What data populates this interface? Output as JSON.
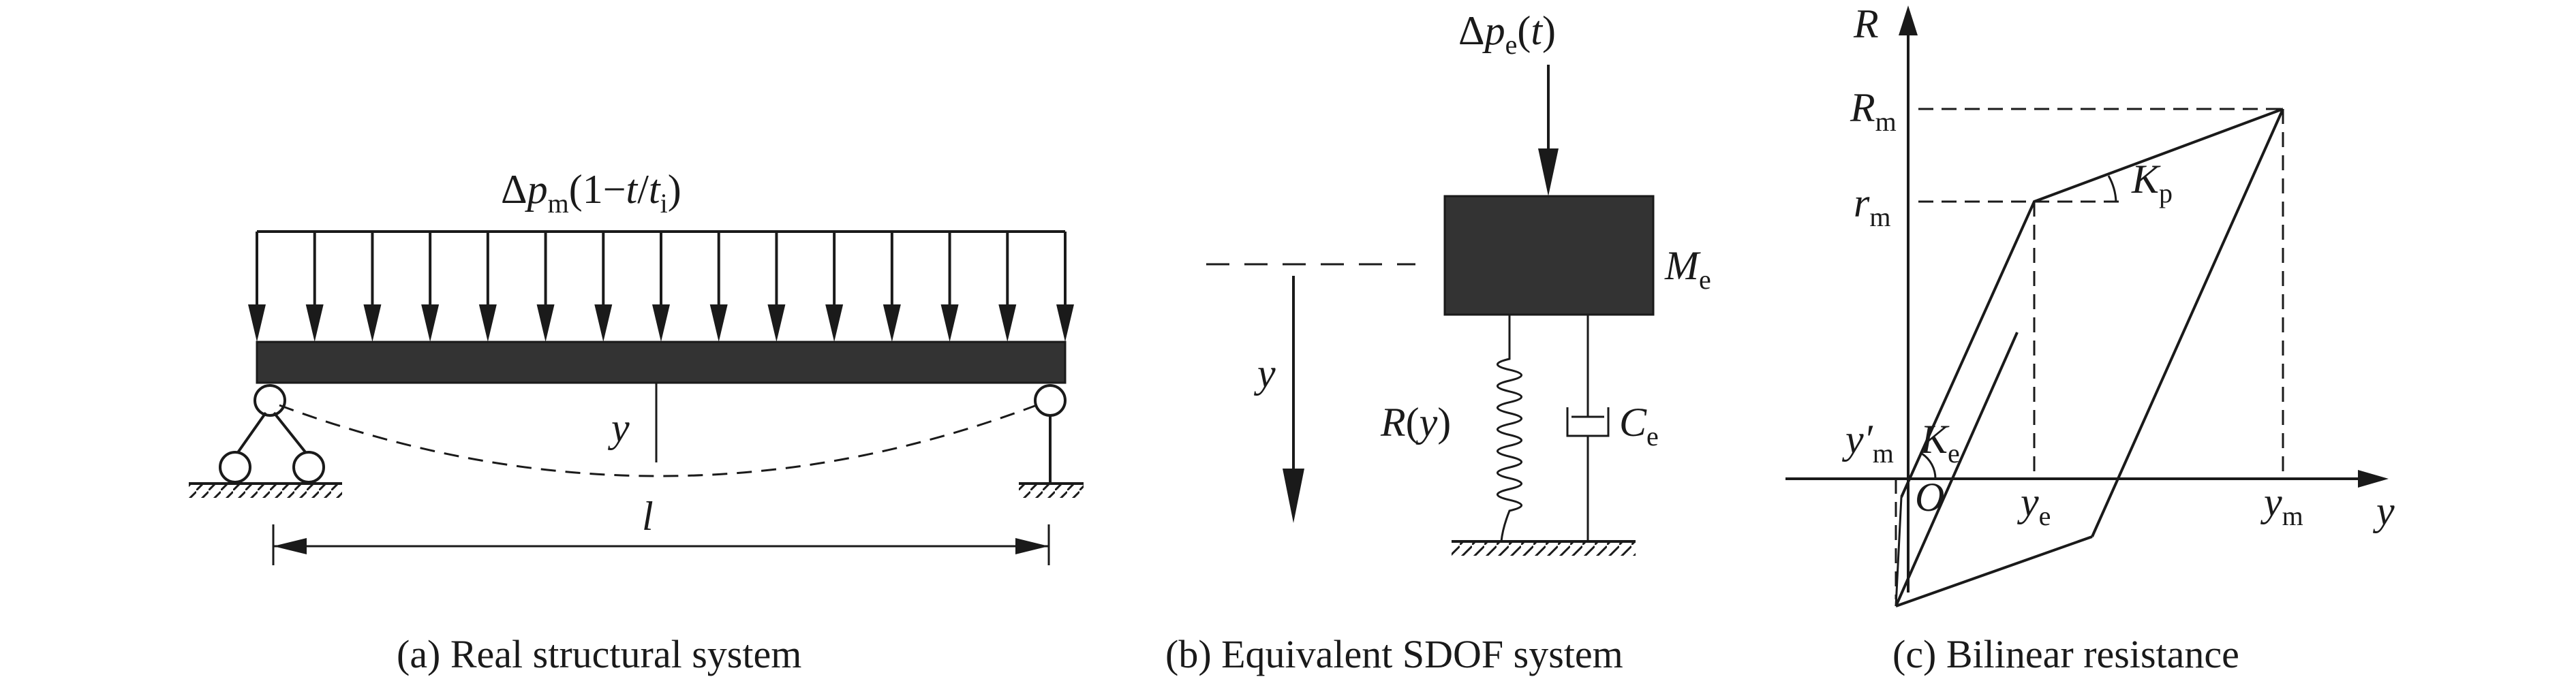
{
  "panels": {
    "a": {
      "caption": "(a) Real structural system",
      "load": {
        "delta": "Δ",
        "p": "p",
        "p_sub": "m",
        "paren_open": "(1−",
        "t": "t",
        "slash": "/",
        "t2": "t",
        "t2_sub": "i",
        "paren_close": ")"
      },
      "deflection": "y",
      "span": "l"
    },
    "b": {
      "caption": "(b) Equivalent SDOF system",
      "force": {
        "delta": "Δ",
        "p": "p",
        "p_sub": "e",
        "paren_open": "(",
        "t": "t",
        "paren_close": ")"
      },
      "mass": {
        "sym": "M",
        "sub": "e"
      },
      "displacement": "y",
      "spring": {
        "R": "R",
        "paren_open": "(",
        "y": "y",
        "paren_close": ")"
      },
      "damper": {
        "sym": "C",
        "sub": "e"
      }
    },
    "c": {
      "caption": "(c) Bilinear resistance",
      "axis_r": "R",
      "axis_y": "y",
      "Rm": {
        "sym": "R",
        "sub": "m"
      },
      "rm": {
        "sym": "r",
        "sub": "m"
      },
      "Kp": {
        "sym": "K",
        "sub": "p"
      },
      "Ke": {
        "sym": "K",
        "sub": "e"
      },
      "ym_prime": {
        "sym": "y′",
        "sub": "m"
      },
      "origin": "O",
      "ye": {
        "sym": "y",
        "sub": "e"
      },
      "ym": {
        "sym": "y",
        "sub": "m"
      }
    }
  }
}
